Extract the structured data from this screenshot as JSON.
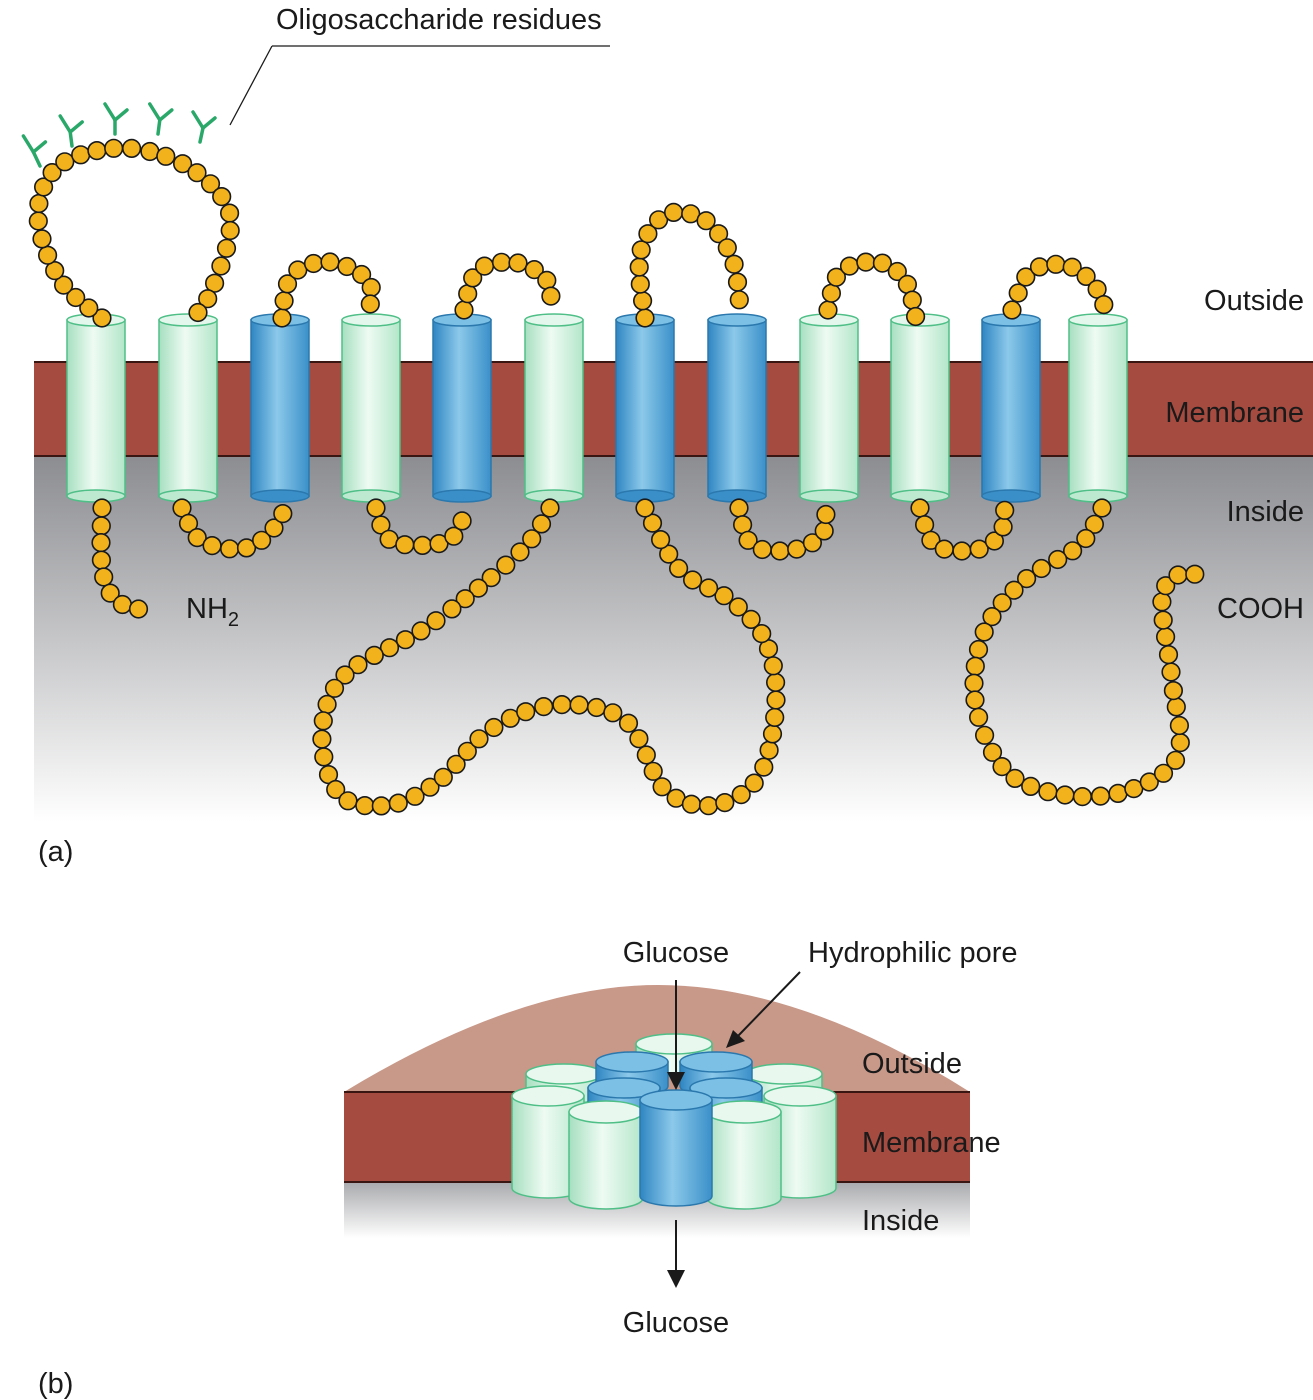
{
  "panel_a": {
    "panel_label": "(a)",
    "labels": {
      "oligosaccharide": "Oligosaccharide residues",
      "outside": "Outside",
      "membrane": "Membrane",
      "inside": "Inside",
      "n_terminus_base": "NH",
      "n_terminus_sub": "2",
      "c_terminus": "COOH"
    },
    "helices": [
      {
        "name": "helix-1",
        "color": "green"
      },
      {
        "name": "helix-2",
        "color": "green"
      },
      {
        "name": "helix-3",
        "color": "blue"
      },
      {
        "name": "helix-4",
        "color": "green"
      },
      {
        "name": "helix-5",
        "color": "blue"
      },
      {
        "name": "helix-6",
        "color": "green"
      },
      {
        "name": "helix-7",
        "color": "blue"
      },
      {
        "name": "helix-8",
        "color": "blue"
      },
      {
        "name": "helix-9",
        "color": "green"
      },
      {
        "name": "helix-10",
        "color": "green"
      },
      {
        "name": "helix-11",
        "color": "blue"
      },
      {
        "name": "helix-12",
        "color": "green"
      }
    ]
  },
  "panel_b": {
    "panel_label": "(b)",
    "labels": {
      "glucose_in": "Glucose",
      "pore": "Hydrophilic pore",
      "outside": "Outside",
      "membrane": "Membrane",
      "inside": "Inside",
      "glucose_out": "Glucose"
    }
  },
  "colors": {
    "membrane": "#a64b40",
    "residue_fill": "#f2b21c",
    "residue_stroke": "#1a1a1a",
    "green_helix": "#c8eed8",
    "blue_helix": "#4fa3d6",
    "oligosaccharide": "#2aa86a",
    "inside_gradient_top": "#8c8d91",
    "dome": "#c89888"
  }
}
